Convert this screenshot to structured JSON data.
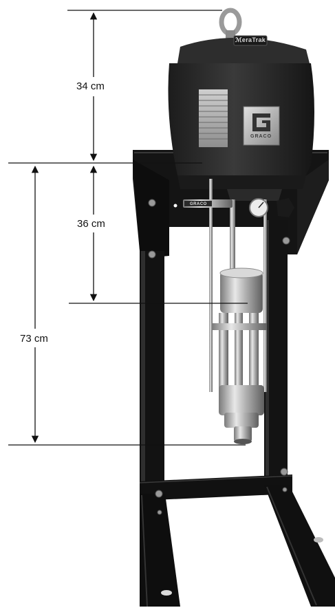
{
  "dimensions": {
    "top_section": "34 cm",
    "middle_section": "36 cm",
    "overall_height": "73 cm"
  },
  "product": {
    "model_badge": "ℳeraTrak",
    "logo_text": "GRACO",
    "rod_marking": "GRACO"
  },
  "colors": {
    "frame": "#141414",
    "motor_body": "#2a2a2a",
    "metal": "#b8b8b8",
    "dimension_line": "#111111"
  }
}
